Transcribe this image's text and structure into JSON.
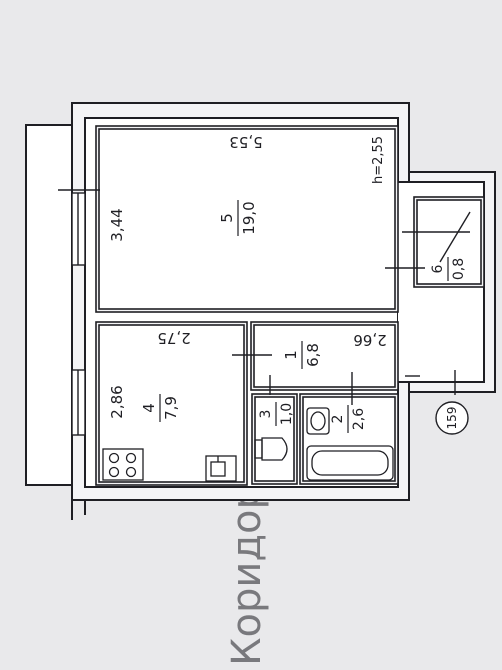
{
  "rooms": [
    {
      "id": "room-5",
      "number": "5",
      "area": "19,0"
    },
    {
      "id": "room-4",
      "number": "4",
      "area": "7,9"
    },
    {
      "id": "room-1",
      "number": "1",
      "area": "6,8"
    },
    {
      "id": "room-2",
      "number": "2",
      "area": "2,6"
    },
    {
      "id": "room-3",
      "number": "3",
      "area": "1,0"
    },
    {
      "id": "room-6",
      "number": "6",
      "area": "0,8"
    }
  ],
  "dimensions": {
    "room5_length": "5,53",
    "room5_width": "3,44",
    "room4_length": "2,75",
    "room4_width": "2,86",
    "hall_length": "2,66",
    "ceiling_height": "h=2,55"
  },
  "apartment_number": "159",
  "background_text": "Коридор",
  "colors": {
    "paper": "#e9e9eb",
    "ink": "#1f1f24",
    "wall": "#f4f4f6"
  }
}
